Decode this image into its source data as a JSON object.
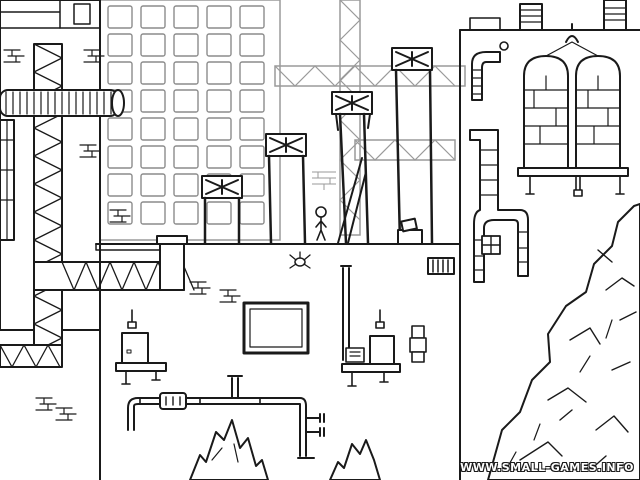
{
  "watermark": {
    "text": "WWW.SMALL-GAMES.INFO"
  },
  "palette": {
    "ink": "#1a1a1a",
    "paper": "#ffffff",
    "faint_ink": "#9a9a9a"
  },
  "scene": {
    "style": "hand-drawn black ink on white paper",
    "icons": [
      "player-stick-figure",
      "spider-bug-icon",
      "wall-switch-icon",
      "vent-grate-icon",
      "rooftop-water-tanks",
      "lattice-scaffold-towers",
      "crate-box-icon"
    ]
  }
}
